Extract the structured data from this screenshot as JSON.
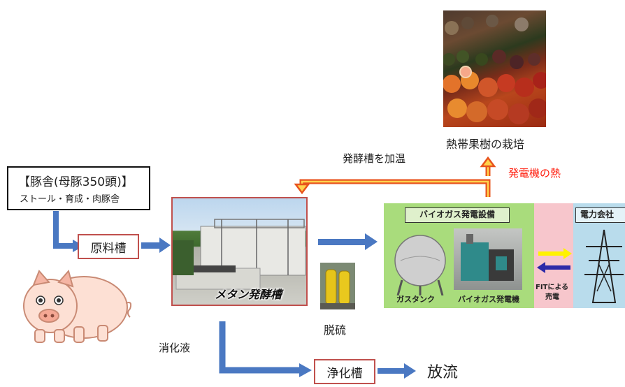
{
  "colors": {
    "arrow_blue": "#4a78c2",
    "heat_red": "#ff1a0a",
    "outline": "#c0504d",
    "green_panel": "#a9dc7c",
    "pink_panel": "#f7c6cc",
    "blue_panel": "#b9dcec"
  },
  "farm": {
    "title": "【豚舎(母豚350頭)】",
    "subtitle": "ストール・育成・肉豚舎"
  },
  "raw_tank": {
    "label": "原料槽"
  },
  "fermenter": {
    "label": "メタン発酵槽"
  },
  "desulfurization": {
    "label": "脱硫"
  },
  "biogas": {
    "title": "バイオガス発電設備",
    "tank_label": "ガスタンク",
    "generator_label": "バイオガス発電機"
  },
  "fit": {
    "label_line1": "FITによる",
    "label_line2": "売電"
  },
  "power_company": {
    "title": "電力会社"
  },
  "fruit": {
    "label": "熱帯果樹の栽培"
  },
  "heating": {
    "label": "発酵槽を加温"
  },
  "generator_heat": {
    "label": "発電機の熱"
  },
  "digestate": {
    "label": "消化液"
  },
  "purification": {
    "label": "浄化槽"
  },
  "discharge": {
    "label": "放流"
  }
}
